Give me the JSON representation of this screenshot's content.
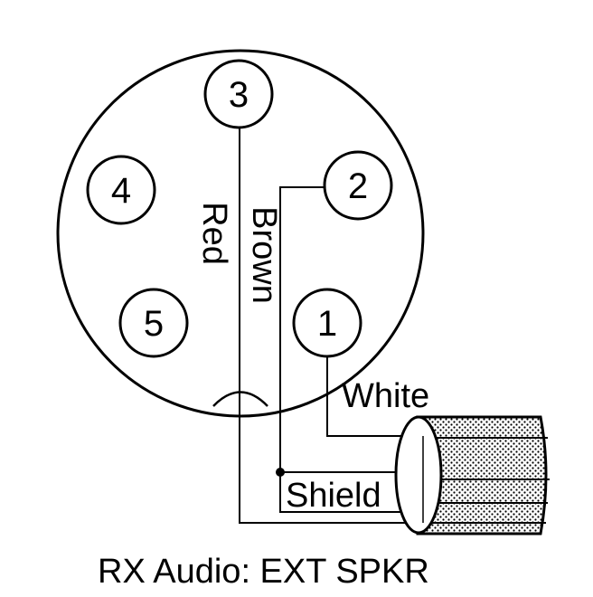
{
  "caption": "RX Audio: EXT SPKR",
  "pins": {
    "p1": "1",
    "p2": "2",
    "p3": "3",
    "p4": "4",
    "p5": "5"
  },
  "wires": {
    "red": "Red",
    "brown": "Brown",
    "white": "White",
    "shield": "Shield"
  },
  "colors": {
    "ink": "#000000",
    "background": "#ffffff"
  }
}
